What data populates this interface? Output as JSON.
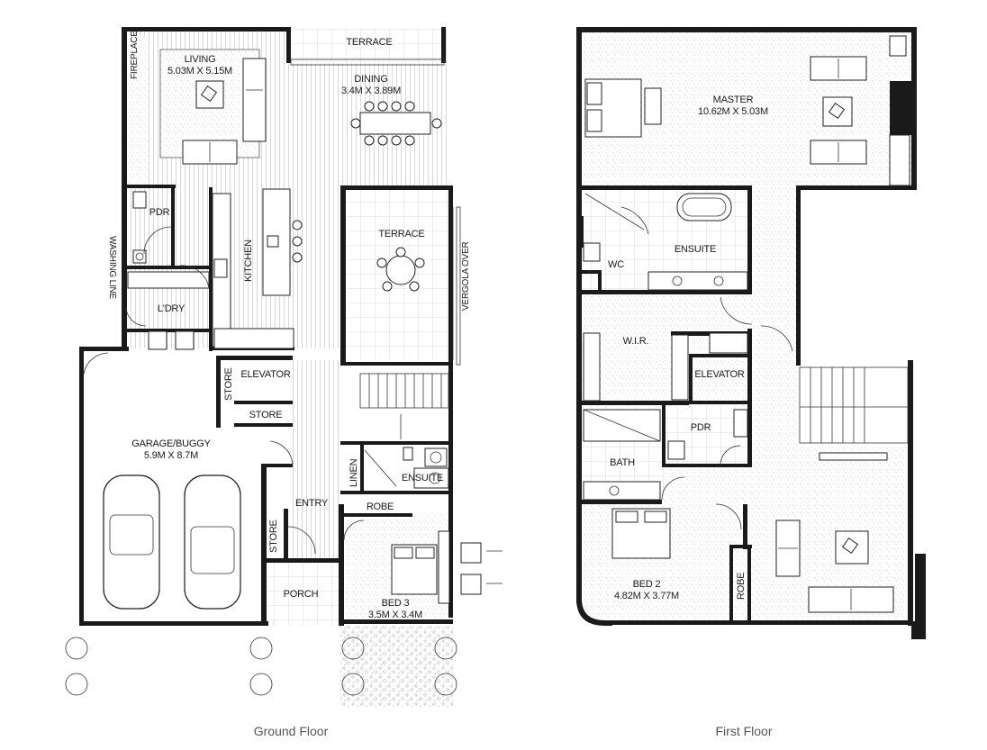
{
  "ground_floor": {
    "caption": "Ground Floor",
    "rooms": {
      "fireplace": "FIREPLACE",
      "living": "LIVING",
      "living_size": "5.03M X 5.15M",
      "terrace_top": "TERRACE",
      "dining": "DINING",
      "dining_size": "3.4M X 3.89M",
      "pdr": "PDR",
      "kitchen": "KITCHEN",
      "terrace": "TERRACE",
      "vergola": "VERGOLA OVER",
      "washing_line": "WASHING LINE",
      "laundry": "L'DRY",
      "elevator": "ELEVATOR",
      "store1": "STORE",
      "store2": "STORE",
      "store3": "STORE",
      "garage": "GARAGE/BUGGY",
      "garage_size": "5.9M X 8.7M",
      "linen": "LINEN",
      "ensuite": "ENSUITE",
      "robe": "ROBE",
      "entry": "ENTRY",
      "porch": "PORCH",
      "bed3": "BED 3",
      "bed3_size": "3.5M X 3.4M"
    }
  },
  "first_floor": {
    "caption": "First Floor",
    "rooms": {
      "master": "MASTER",
      "master_size": "10.62M X 5.03M",
      "ensuite": "ENSUITE",
      "wc": "WC",
      "wir": "W.I.R.",
      "elevator": "ELEVATOR",
      "pdr": "PDR",
      "bath": "BATH",
      "bed2": "BED 2",
      "bed2_size": "4.82M X 3.77M",
      "robe": "ROBE"
    }
  },
  "colors": {
    "wall": "#1a1a1a",
    "floor_texture": "#e6e6e6",
    "timber": "#d8d8d8",
    "tile_line": "#c8c8c8",
    "background": "#ffffff"
  }
}
